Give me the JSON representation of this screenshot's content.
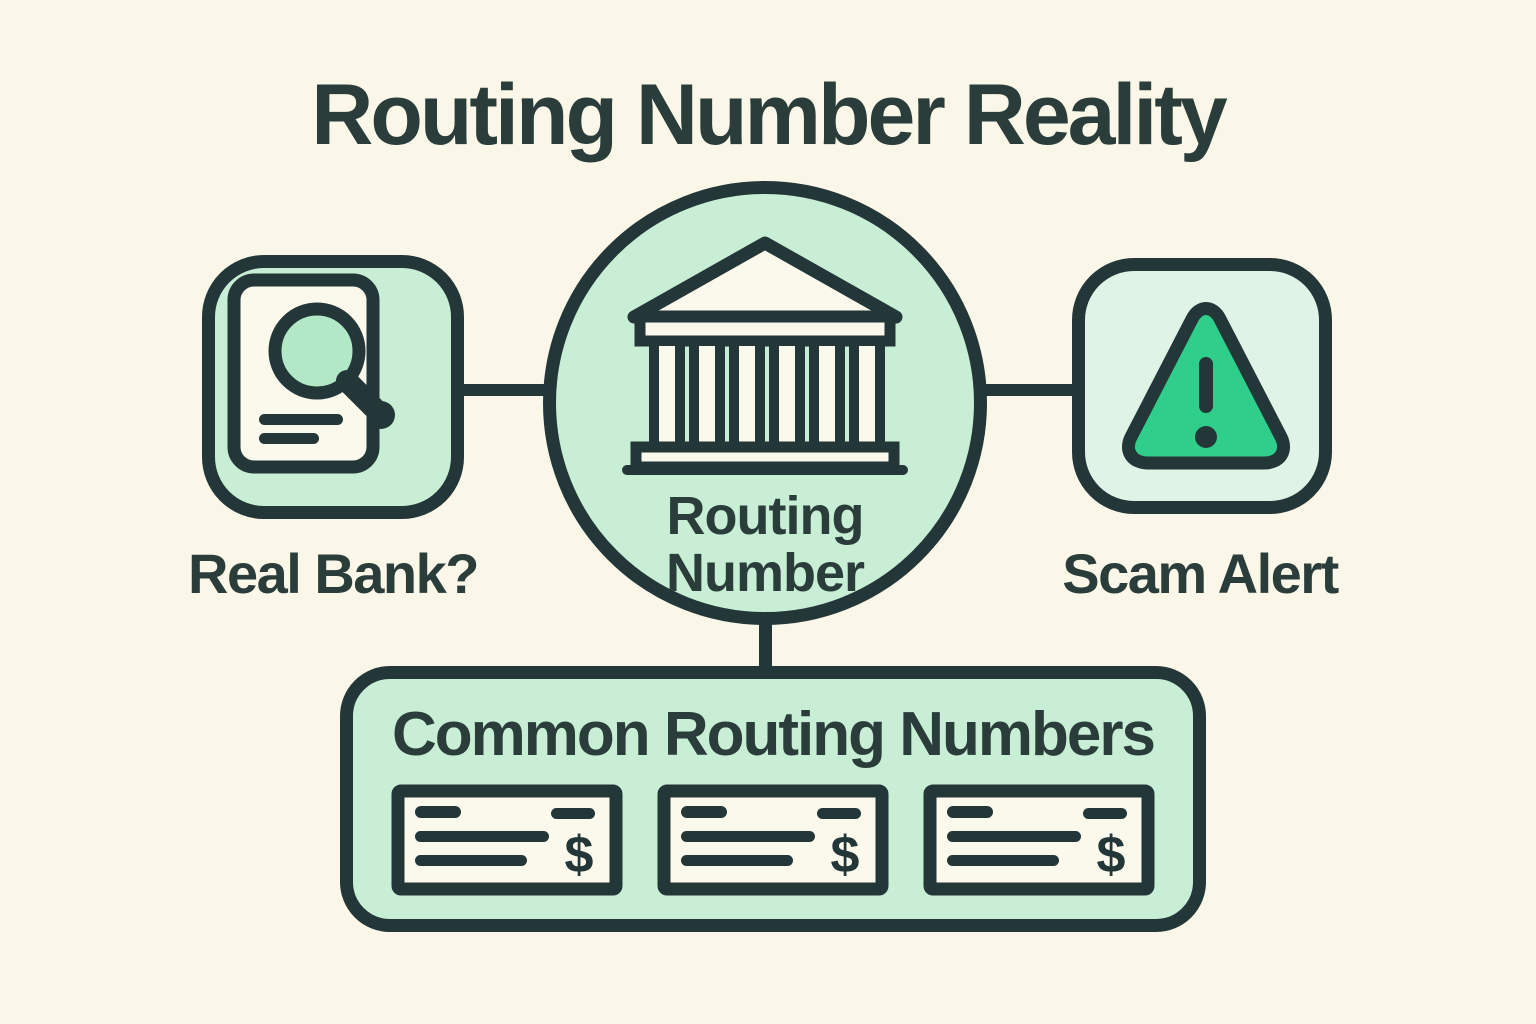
{
  "title": "Routing Number Reality",
  "nodes": {
    "center": {
      "label_line1": "Routing",
      "label_line2": "Number",
      "icon": "bank-icon"
    },
    "left": {
      "label": "Real Bank?",
      "icon": "document-search-icon"
    },
    "right": {
      "label": "Scam Alert",
      "icon": "warning-triangle-icon"
    }
  },
  "bottom_panel": {
    "heading": "Common Routing Numbers",
    "check_count": 3,
    "currency_symbol": "$"
  },
  "colors": {
    "background": "#faf7e8",
    "outline": "#233638",
    "text": "#2a3d3a",
    "mint": "#c8efd5",
    "mint-light": "#dff3e6",
    "lens": "#b2e8c6",
    "alert-green": "#30ce8b",
    "cream": "#fbf8ec"
  }
}
